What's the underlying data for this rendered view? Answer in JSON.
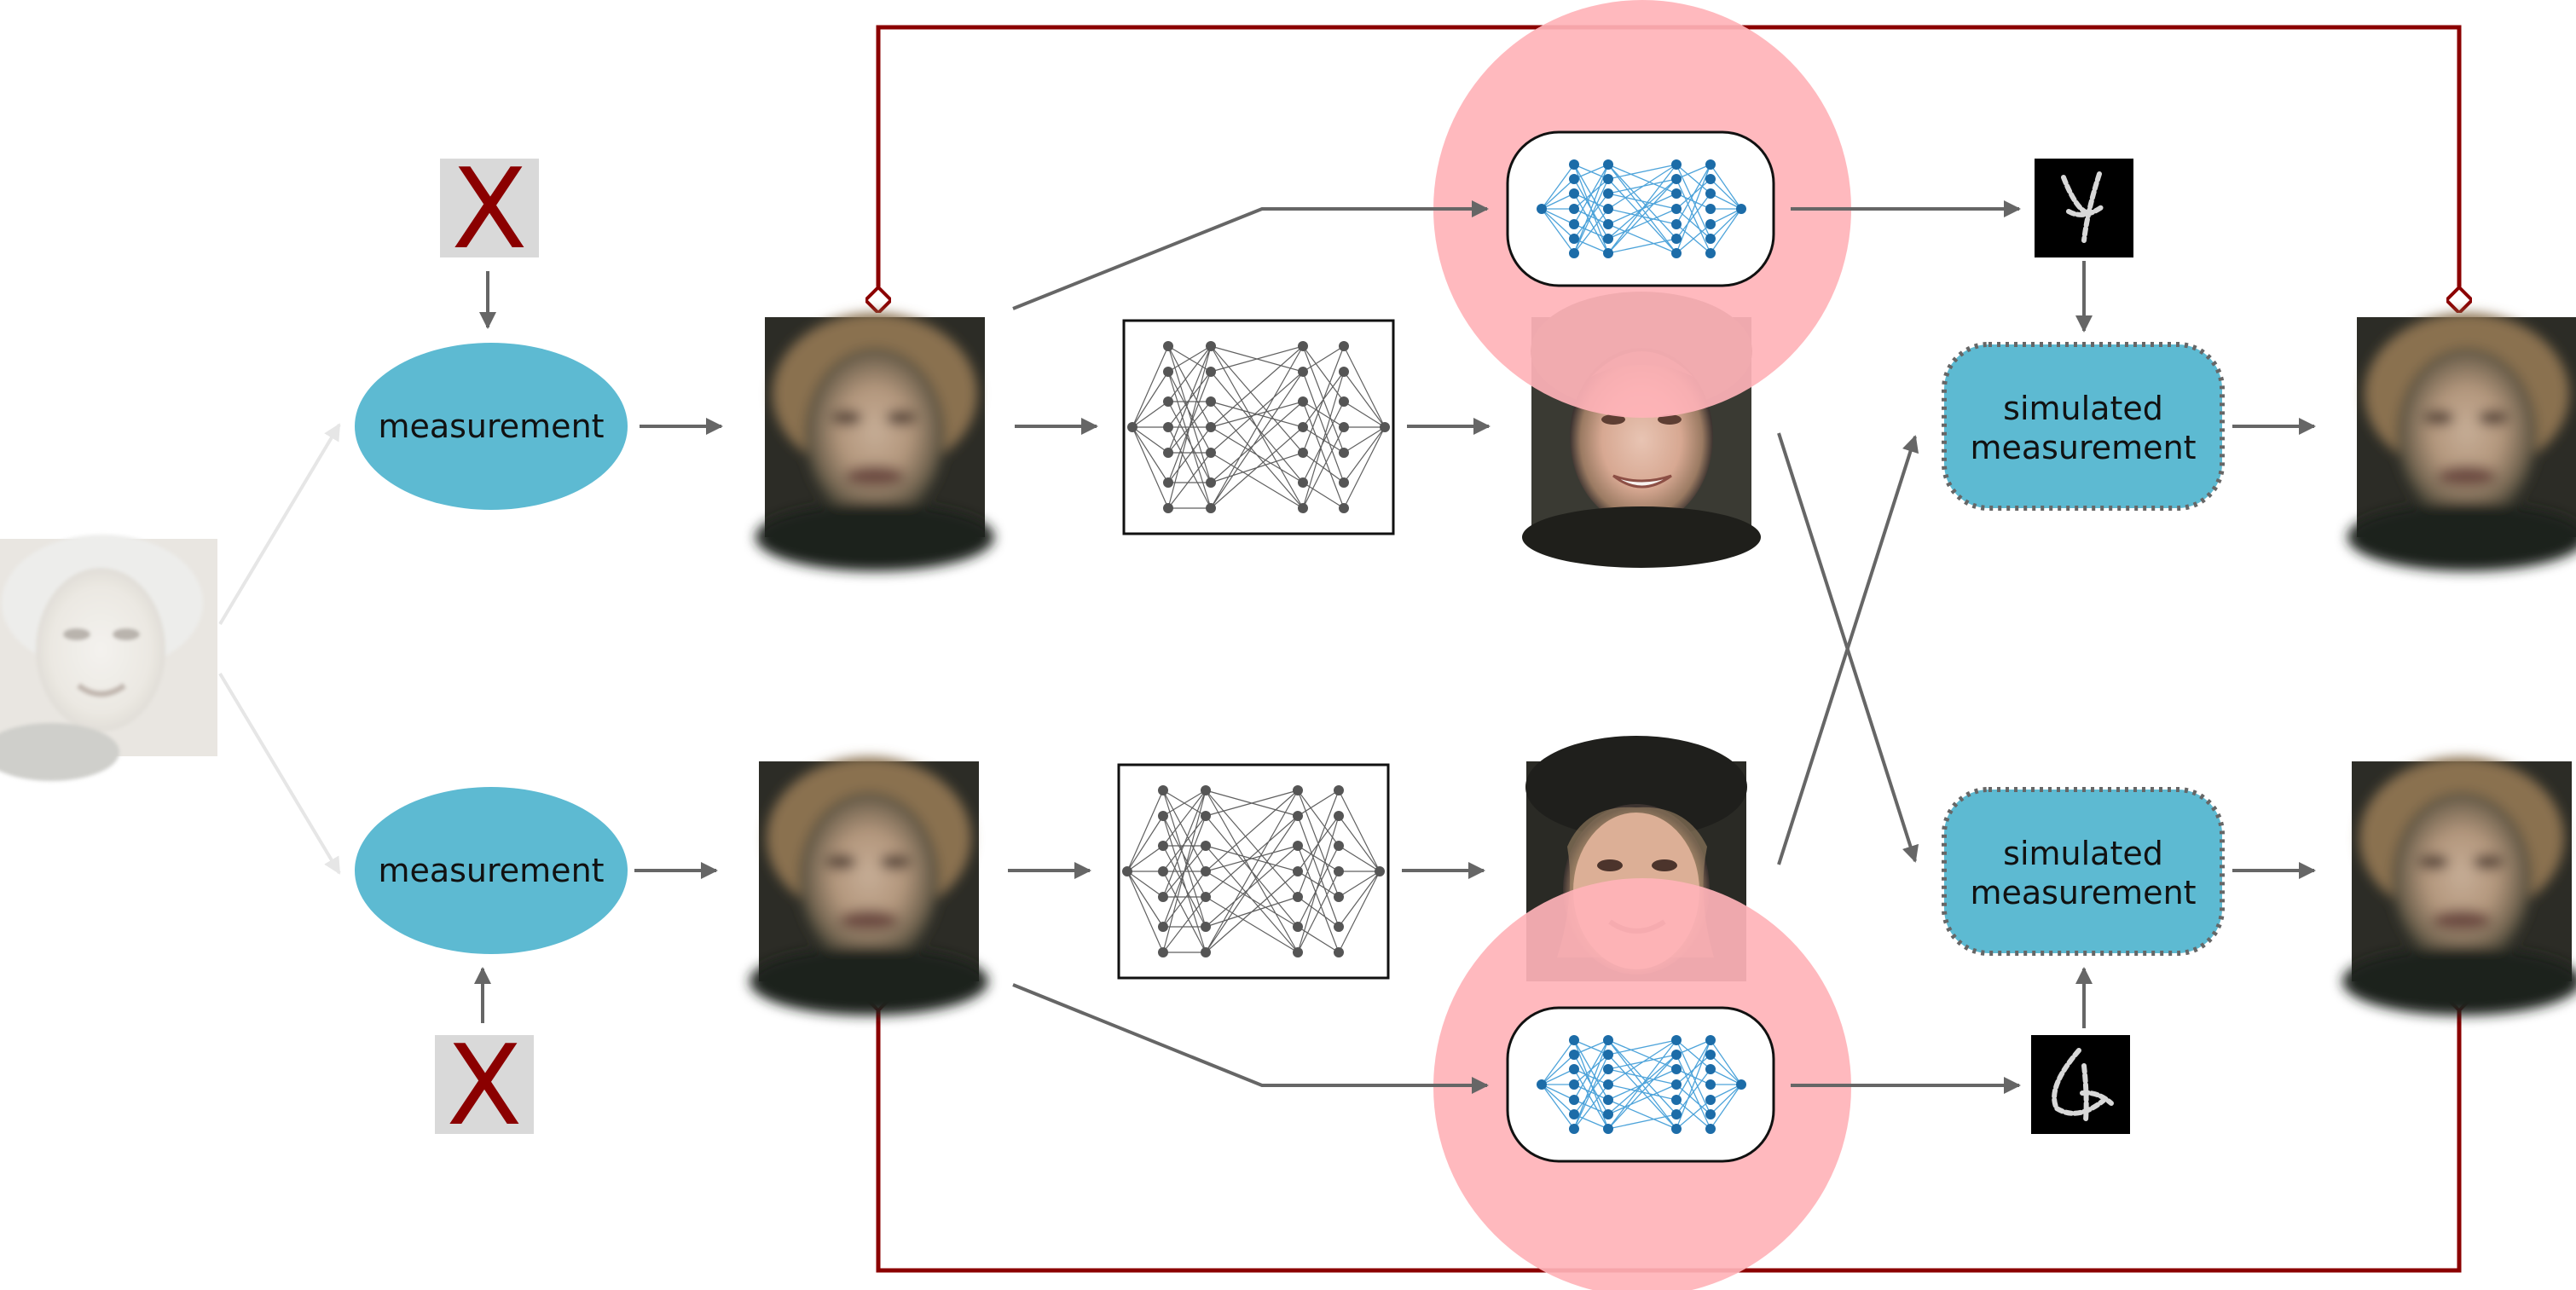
{
  "labels": {
    "measurement_top": "measurement",
    "measurement_bottom": "measurement",
    "sim_top_line1": "simulated",
    "sim_top_line2": "measurement",
    "sim_bottom_line1": "simulated",
    "sim_bottom_line2": "measurement",
    "x_mark_top": "X",
    "x_mark_bottom": "X"
  },
  "colors": {
    "measurement_fill": "#5dbad2",
    "loop_line": "#8b0000",
    "highlight_circle": "#ffb3b8",
    "arrow": "#666666",
    "faded_arrow": "#e6e6e6",
    "generator_net": "#1e78b4",
    "cross_mark": "#8b0000"
  },
  "icons": {
    "source_face": "face-image-icon",
    "blurred_face": "blurred-face-image-icon",
    "reconstructed_face": "face-image-icon",
    "digit_top": "handwritten-digit-icon",
    "digit_bottom": "handwritten-digit-icon",
    "network_gray": "neural-network-icon",
    "network_blue": "neural-network-icon"
  }
}
